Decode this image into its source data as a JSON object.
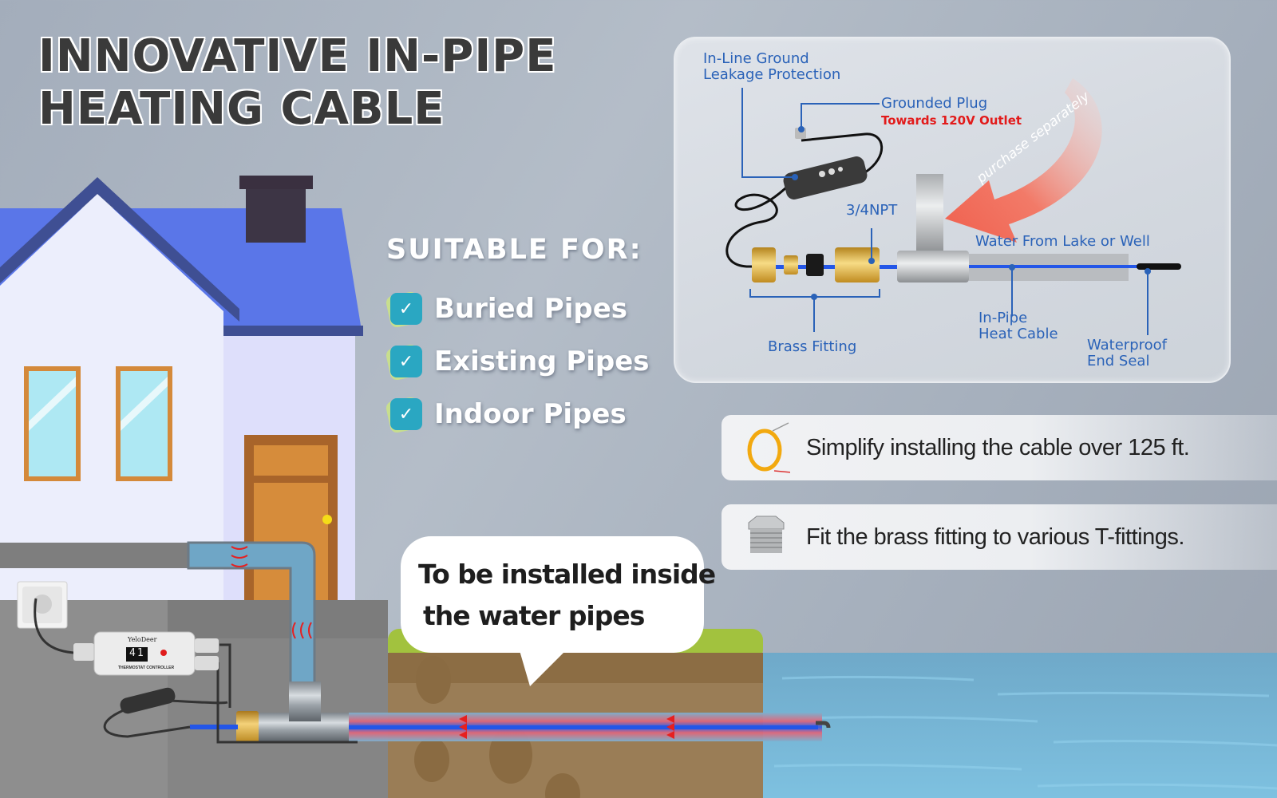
{
  "title": {
    "line1": "INNOVATIVE IN-PIPE",
    "line2": "HEATING CABLE"
  },
  "suitable": {
    "heading": "SUITABLE FOR:",
    "items": [
      {
        "label": "Buried Pipes",
        "icon": "checkbox-checked-icon"
      },
      {
        "label": "Existing Pipes",
        "icon": "checkbox-checked-icon"
      },
      {
        "label": "Indoor Pipes",
        "icon": "checkbox-checked-icon"
      }
    ]
  },
  "diagram": {
    "labels": {
      "gfci_line1": "In-Line Ground",
      "gfci_line2": "Leakage Protection",
      "plug": "Grounded Plug",
      "plug_note": "Towards 120V Outlet",
      "npt": "3/4NPT",
      "water_source": "Water From Lake or Well",
      "brass": "Brass Fitting",
      "cable_line1": "In-Pipe",
      "cable_line2": "Heat Cable",
      "seal_line1": "Waterproof",
      "seal_line2": "End Seal",
      "purchase": "purchase separately"
    },
    "colors": {
      "label": "#2a62b8",
      "note": "#e21b1b",
      "arrow": "#f0604e"
    }
  },
  "features": [
    {
      "text": "Simplify installing the cable over 125 ft.",
      "icon": "fish-tape-icon"
    },
    {
      "text": "Fit the brass fitting to various T-fittings.",
      "icon": "pipe-fitting-icon"
    }
  ],
  "bubble": {
    "line1": "To be installed inside",
    "line2": "the water pipes"
  },
  "controller": {
    "brand": "YeloDeer",
    "display": "41",
    "label": "THERMOSTAT CONTROLLER"
  }
}
